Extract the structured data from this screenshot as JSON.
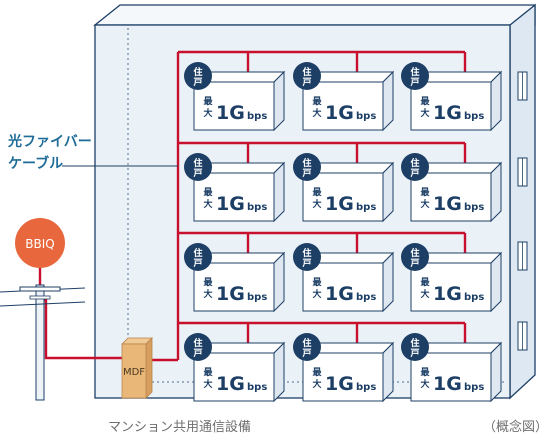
{
  "provider": "BBIQ",
  "fiber_label": [
    "光ファイバー",
    "ケーブル"
  ],
  "mdf_label": "MDF",
  "unit_badge": [
    "住",
    "戸"
  ],
  "unit_speed": {
    "prefix": [
      "最",
      "大"
    ],
    "value": "1G",
    "unit": "bps"
  },
  "floors": 4,
  "units_per_floor": 3,
  "caption_left": "マンション共用通信設備",
  "caption_right": "（概念図）",
  "colors": {
    "red": "#c8102e",
    "navy": "#1d3f66",
    "building_fill": "#eaf1f7",
    "building_stroke": "#1d3f66",
    "orange": "#e8673c",
    "mdf": "#e9b778",
    "label_blue": "#1f6c98"
  }
}
